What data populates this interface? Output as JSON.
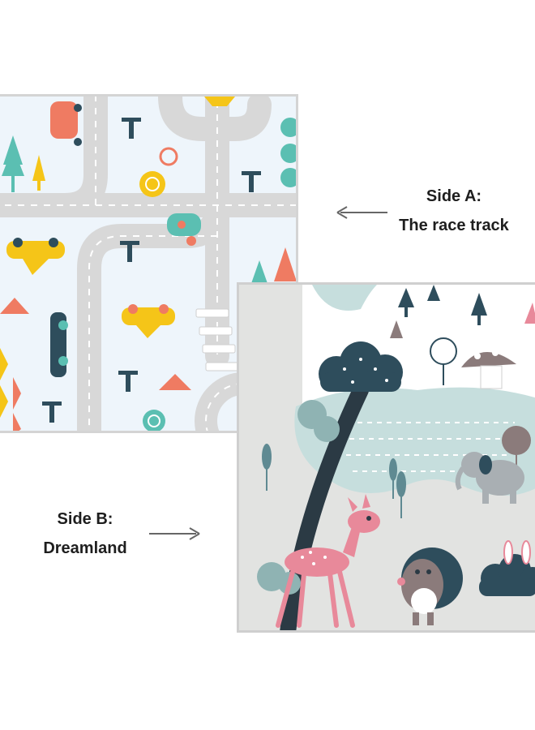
{
  "side_a": {
    "label": "Side A:",
    "title": "The race track"
  },
  "side_b": {
    "label": "Side B:",
    "title": "Dreamland"
  },
  "colors": {
    "road": "#d8d8d8",
    "track_bg": "#eef5fb",
    "dreamland_bg": "#e2e3e1",
    "lake": "#c6dedd",
    "deer": "#e8899a",
    "bush": "#2e4d5c",
    "yellow": "#f5c518",
    "coral": "#ef7b62",
    "teal": "#5bbfb2"
  },
  "icons": [
    "arrow-left-icon",
    "arrow-right-icon"
  ]
}
